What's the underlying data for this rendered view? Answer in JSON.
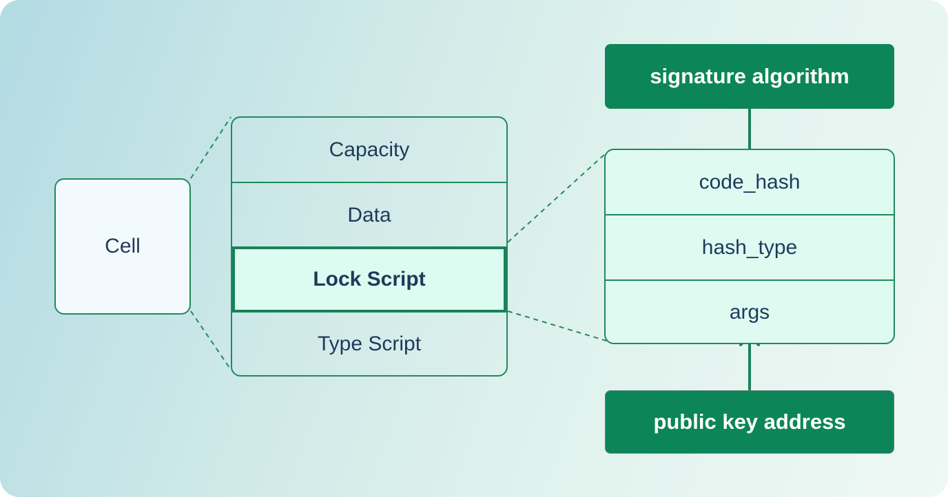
{
  "diagram": {
    "cell_label": "Cell",
    "cell_fields": [
      "Capacity",
      "Data",
      "Lock Script",
      "Type Script"
    ],
    "highlighted_field": "Lock Script",
    "script_fields": [
      "code_hash",
      "hash_type",
      "args"
    ],
    "signature_label": "signature algorithm",
    "public_key_label": "public key address"
  },
  "colors": {
    "accent_green": "#0c8659",
    "border_green": "#1f8a5b",
    "text_navy": "#1e3a5a",
    "highlight_fill": "#dcfbf1"
  }
}
